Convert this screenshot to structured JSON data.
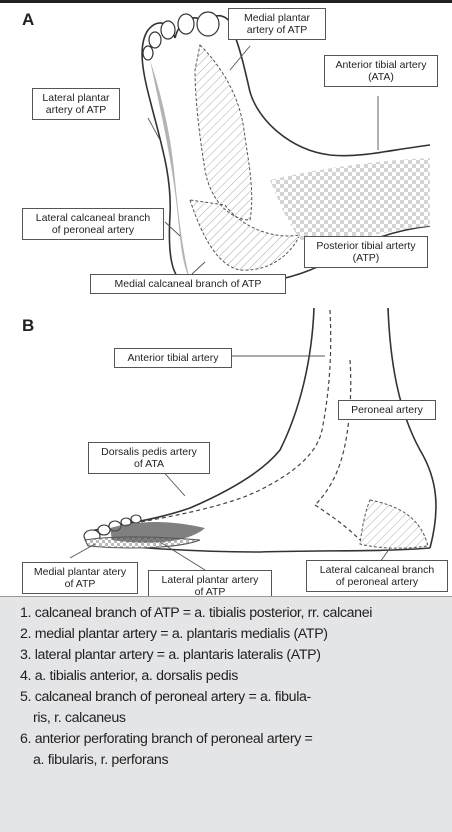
{
  "panel_a": {
    "letter": "A",
    "labels": {
      "medial_plantar": "Medial plantar\nartery of ATP",
      "anterior_tibial": "Anterior tibial artery\n(ATA)",
      "lateral_plantar": "Lateral plantar\nartery of ATP",
      "lateral_calcaneal": "Lateral calcaneal branch\nof peroneal artery",
      "posterior_tibial": "Posterior tibial arterty\n(ATP)",
      "medial_calcaneal": "Medial calcaneal branch of ATP"
    }
  },
  "panel_b": {
    "letter": "B",
    "labels": {
      "anterior_tibial": "Anterior tibial artery",
      "peroneal": "Peroneal artery",
      "dorsalis_pedis": "Dorsalis pedis artery\nof ATA",
      "medial_plantar": "Medial plantar atery\nof ATP",
      "lateral_plantar": "Lateral plantar artery\nof ATP",
      "lateral_calcaneal": "Lateral calcaneal branch\nof peroneal artery"
    }
  },
  "legend": [
    {
      "text": "1. calcaneal branch of ATP = a. tibialis posterior, rr. calcanei"
    },
    {
      "text": "2. medial plantar artery = a. plantaris medialis (ATP)"
    },
    {
      "text": "3. lateral plantar artery = a. plantaris lateralis (ATP)"
    },
    {
      "text": "4. a. tibialis anterior, a. dorsalis pedis"
    },
    {
      "text": "5. calcaneal branch of peroneal artery = a. fibula-",
      "cont": "ris, r. calcaneus"
    },
    {
      "text": "6. anterior perforating branch of peroneal artery =",
      "cont": "a. fibularis, r. perforans"
    }
  ]
}
